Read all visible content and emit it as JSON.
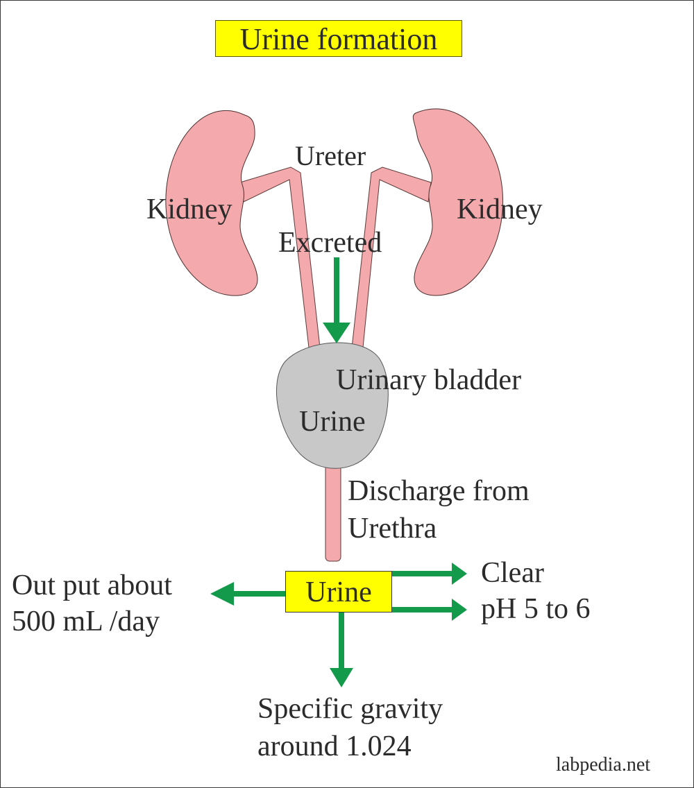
{
  "title": "Urine formation",
  "labels": {
    "ureter": "Ureter",
    "kidney_left": "Kidney",
    "kidney_right": "Kidney",
    "excreted": "Excreted",
    "urinary_bladder": "Urinary bladder",
    "bladder_urine": "Urine",
    "discharge_line1": "Discharge from",
    "discharge_line2": "Urethra",
    "urine_box": "Urine",
    "output_line1": "Out put  about",
    "output_line2": "500 mL /day",
    "clear": "Clear",
    "ph": "pH 5 to 6",
    "sg_line1": "Specific gravity",
    "sg_line2": "around 1.024",
    "credit": "labpedia.net"
  },
  "colors": {
    "kidney_fill": "#f4a9ac",
    "ureter_fill": "#f4a9ac",
    "bladder_fill": "#c8c8c8",
    "arrow": "#139a4a",
    "highlight_box": "#ffff00",
    "text": "#2b2b2b"
  }
}
